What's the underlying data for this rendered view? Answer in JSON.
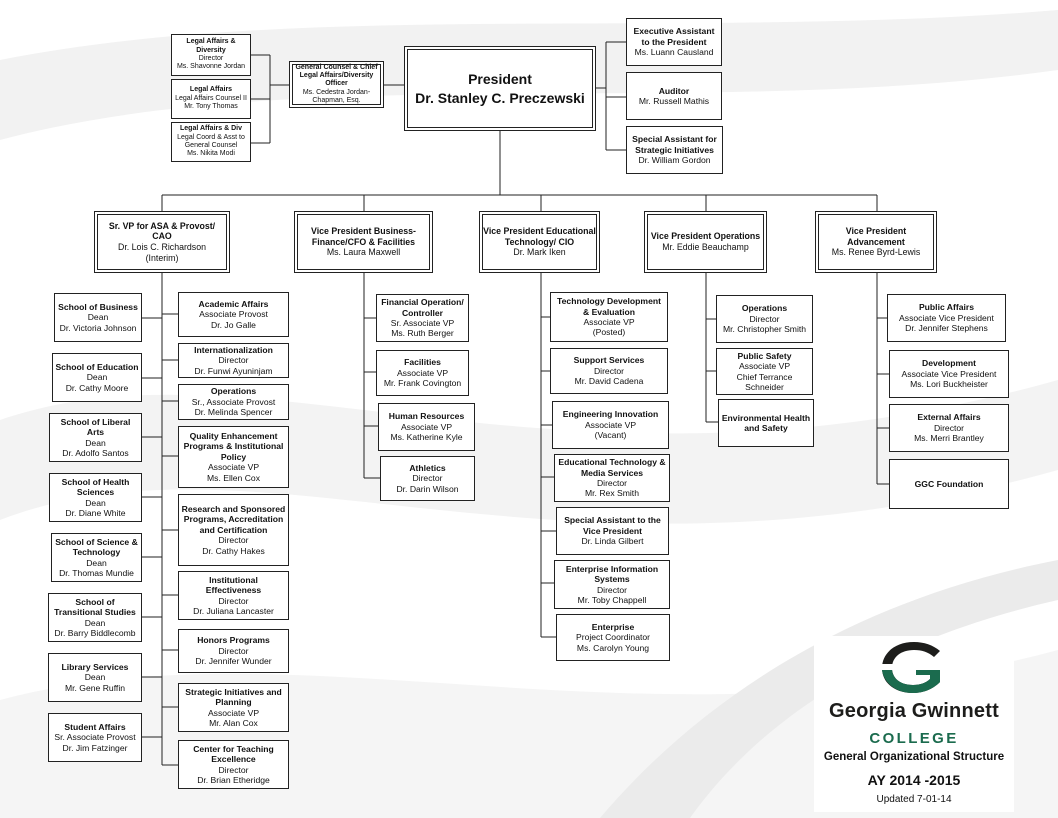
{
  "president": {
    "title": "President",
    "name": "Dr. Stanley C. Preczewski"
  },
  "legal": {
    "counsel": {
      "title": "General Counsel & Chief Legal Affairs/Diversity Officer",
      "name": "Ms. Cedestra Jordan-Chapman, Esq."
    },
    "items": [
      {
        "title": "Legal Affairs & Diversity",
        "role": "Director",
        "name": "Ms. Shavonne Jordan"
      },
      {
        "title": "Legal Affairs",
        "role": "Legal Affairs Counsel II",
        "name": "Mr. Tony Thomas"
      },
      {
        "title": "Legal Affairs & Div",
        "role": "Legal Coord & Asst to General Counsel",
        "name": "Ms. Nikita Modi"
      }
    ]
  },
  "staff": [
    {
      "title": "Executive Assistant to the President",
      "name": "Ms. Luann Causland"
    },
    {
      "title": "Auditor",
      "name": "Mr. Russell Mathis"
    },
    {
      "title": "Special Assistant for Strategic Initiatives",
      "name": "Dr. William Gordon"
    }
  ],
  "vps": [
    {
      "title": "Sr. VP for ASA & Provost/ CAO",
      "name": "Dr. Lois C. Richardson",
      "note": "(Interim)"
    },
    {
      "title": "Vice President Business-Finance/CFO & Facilities",
      "name": "Ms. Laura Maxwell"
    },
    {
      "title": "Vice President Educational Technology/ CIO",
      "name": "Dr. Mark Iken"
    },
    {
      "title": "Vice President Operations",
      "name": "Mr. Eddie Beauchamp"
    },
    {
      "title": "Vice President Advancement",
      "name": "Ms. Renee Byrd-Lewis"
    }
  ],
  "schools": [
    {
      "title": "School of Business",
      "role": "Dean",
      "name": "Dr. Victoria Johnson"
    },
    {
      "title": "School of Education",
      "role": "Dean",
      "name": "Dr. Cathy Moore"
    },
    {
      "title": "School of Liberal Arts",
      "role": "Dean",
      "name": "Dr. Adolfo Santos"
    },
    {
      "title": "School of Health Sciences",
      "role": "Dean",
      "name": "Dr. Diane White"
    },
    {
      "title": "School of Science & Technology",
      "role": "Dean",
      "name": "Dr. Thomas Mundie"
    },
    {
      "title": "School of Transitional Studies",
      "role": "Dean",
      "name": "Dr. Barry Biddlecomb"
    },
    {
      "title": "Library Services",
      "role": "Dean",
      "name": "Mr. Gene Ruffin"
    },
    {
      "title": "Student Affairs",
      "role": "Sr. Associate Provost",
      "name": "Dr. Jim Fatzinger"
    }
  ],
  "academic": [
    {
      "title": "Academic Affairs",
      "role": "Associate Provost",
      "name": "Dr. Jo Galle"
    },
    {
      "title": "Internationalization",
      "role": "Director",
      "name": "Dr. Funwi Ayuninjam"
    },
    {
      "title": "Operations",
      "role": "Sr., Associate Provost",
      "name": "Dr. Melinda Spencer"
    },
    {
      "title": "Quality Enhancement Programs & Institutional Policy",
      "role": "Associate VP",
      "name": "Ms. Ellen Cox"
    },
    {
      "title": "Research and Sponsored Programs, Accreditation and Certification",
      "role": "Director",
      "name": "Dr. Cathy Hakes"
    },
    {
      "title": "Institutional Effectiveness",
      "role": "Director",
      "name": "Dr. Juliana Lancaster"
    },
    {
      "title": "Honors Programs",
      "role": "Director",
      "name": "Dr. Jennifer Wunder"
    },
    {
      "title": "Strategic Initiatives and Planning",
      "role": "Associate VP",
      "name": "Mr. Alan Cox"
    },
    {
      "title": "Center for Teaching Excellence",
      "role": "Director",
      "name": "Dr. Brian Etheridge"
    }
  ],
  "finance": [
    {
      "title": "Financial Operation/ Controller",
      "role": "Sr. Associate VP",
      "name": "Ms. Ruth Berger"
    },
    {
      "title": "Facilities",
      "role": "Associate VP",
      "name": "Mr.  Frank Covington"
    },
    {
      "title": "Human Resources",
      "role": "Associate VP",
      "name": "Ms. Katherine Kyle"
    },
    {
      "title": "Athletics",
      "role": "Director",
      "name": "Dr. Darin Wilson"
    }
  ],
  "edtech": [
    {
      "title": "Technology Development & Evaluation",
      "role": "Associate VP",
      "name": "(Posted)"
    },
    {
      "title": "Support Services",
      "role": "Director",
      "name": "Mr. David Cadena"
    },
    {
      "title": "Engineering Innovation",
      "role": "Associate VP",
      "name": "(Vacant)"
    },
    {
      "title": "Educational Technology & Media Services",
      "role": "Director",
      "name": "Mr. Rex Smith"
    },
    {
      "title": "Special Assistant to the Vice President",
      "role": "",
      "name": "Dr. Linda Gilbert"
    },
    {
      "title": "Enterprise Information Systems",
      "role": "Director",
      "name": "Mr. Toby Chappell"
    },
    {
      "title": "Enterprise",
      "role": "Project Coordinator",
      "name": "Ms. Carolyn Young"
    }
  ],
  "operations": [
    {
      "title": "Operations",
      "role": "Director",
      "name": "Mr. Christopher Smith"
    },
    {
      "title": "Public Safety",
      "role": "Associate VP",
      "name": "Chief Terrance Schneider"
    },
    {
      "title": "Environmental Health and Safety",
      "role": "",
      "name": ""
    }
  ],
  "advancement": [
    {
      "title": "Public Affairs",
      "role": "Associate Vice President",
      "name": "Dr. Jennifer Stephens"
    },
    {
      "title": "Development",
      "role": "Associate Vice President",
      "name": "Ms. Lori Buckheister"
    },
    {
      "title": "External Affairs",
      "role": "Director",
      "name": "Ms. Merri Brantley"
    },
    {
      "title": "GGC Foundation",
      "role": "",
      "name": ""
    }
  ],
  "footer": {
    "logo_name": "Georgia Gwinnett",
    "logo_sub": "COLLEGE",
    "structure": "General Organizational Structure",
    "year": "AY 2014 -2015",
    "updated": "Updated 7-01-14"
  },
  "colors": {
    "logo_green": "#1b6b4e",
    "logo_dark": "#1d1d1b",
    "line": "#222222"
  }
}
